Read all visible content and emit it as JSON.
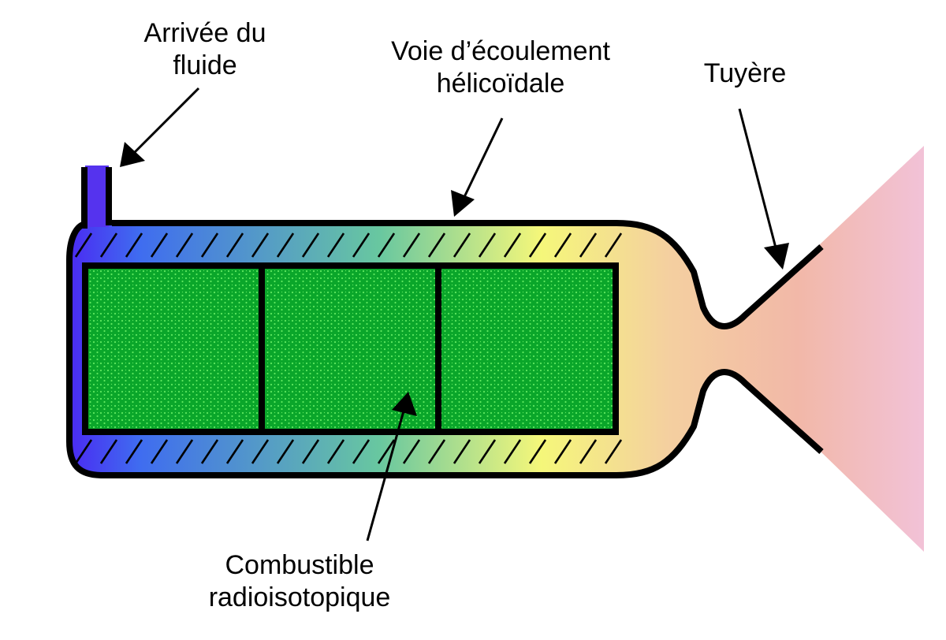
{
  "labels": {
    "inlet": {
      "line1": "Arrivée du",
      "line2": "fluide"
    },
    "helical_channel": {
      "line1": "Voie d’écoulement",
      "line2": "hélicoïdale"
    },
    "nozzle": {
      "line1": "Tuyère"
    },
    "fuel": {
      "line1": "Combustible",
      "line2": "radioisotopique"
    }
  },
  "colors": {
    "gradient": [
      "#4a2cf2",
      "#3f6cf0",
      "#68c7a0",
      "#f5f77a",
      "#f4cfa0",
      "#f2b8a8",
      "#f2c2d8"
    ],
    "fuel": "#0aa62a",
    "fuel_dots": "#5fe85f",
    "plume": "#f3bcd6",
    "inlet_pipe": "#5533ee",
    "outline": "#000000"
  },
  "fuel_blocks": 3,
  "icons": [
    "arrow-icon",
    "hatch-pattern-icon"
  ]
}
